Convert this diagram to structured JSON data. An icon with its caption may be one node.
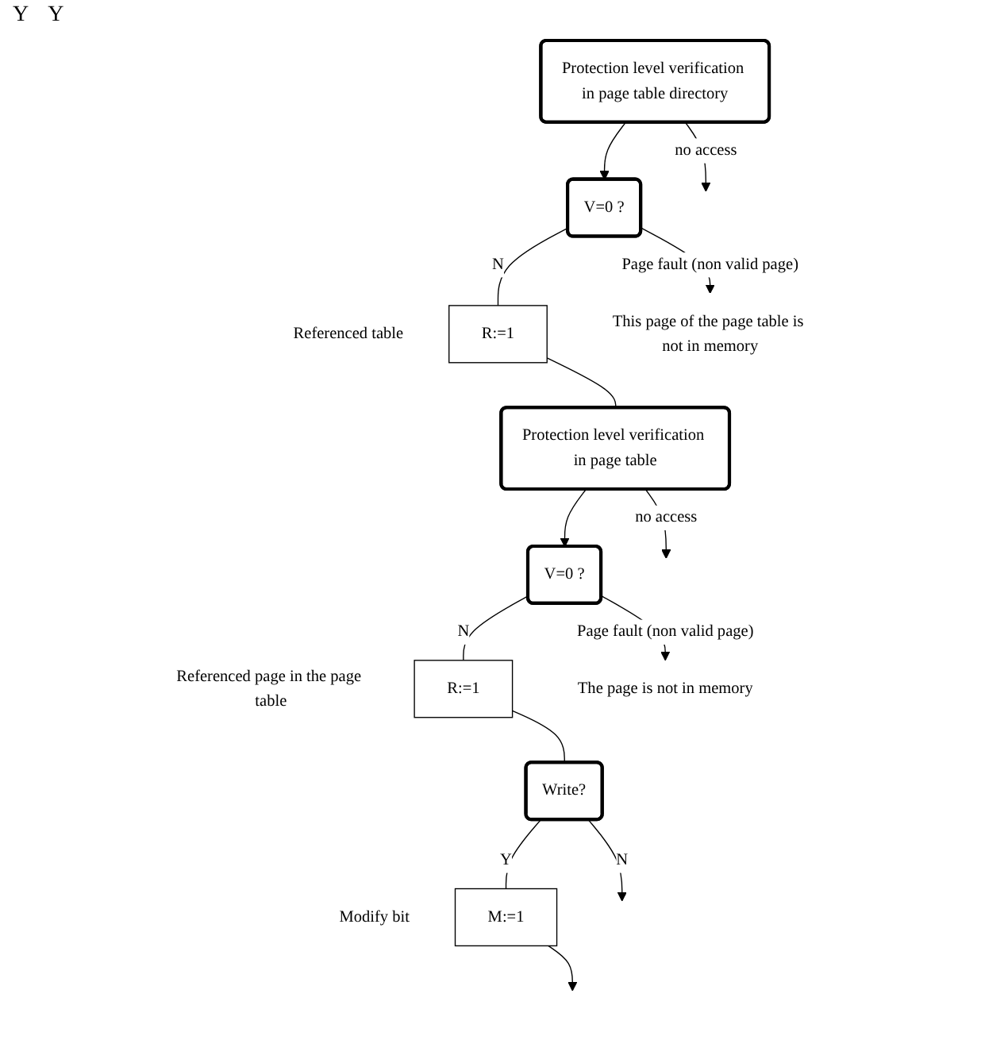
{
  "diagram": {
    "nodes": [
      {
        "text": [
          "Protection level verification in page table directory"
        ]
      },
      {
        "text": [
          "V=0 ?"
        ]
      },
      {
        "text": [
          "R:=1"
        ],
        "beside": [
          "Referenced table"
        ]
      },
      {
        "text": [
          "Protection level verification in page table"
        ]
      },
      {
        "text": [
          "V=0 ?"
        ]
      },
      {
        "text": [
          "R:=1"
        ],
        "beside": [
          "Referenced page in the page table"
        ]
      },
      {
        "text": [
          "Write?"
        ]
      },
      {
        "text": [
          "M:=1"
        ],
        "beside": [
          "Modify bit"
        ]
      },
      {
        "text": [
          "This page of the page table is not in memory"
        ]
      },
      {
        "text": [
          "The page is not in memory"
        ]
      }
    ],
    "edges": [
      {
        "from": 0,
        "to": null,
        "arrow": "to",
        "label": "no access"
      },
      {
        "from": 0,
        "to": 1,
        "arrow": "to"
      },
      {
        "from": 1,
        "to": 8,
        "arrow": "to",
        "label": "Page fault (non valid page)"
      },
      {
        "from": 1,
        "to": 2,
        "arrow": "none",
        "label": "N"
      },
      {
        "from": 2,
        "to": 3,
        "arrow": "none"
      },
      {
        "from": 3,
        "to": null,
        "arrow": "to",
        "label": "no access"
      },
      {
        "from": 3,
        "to": 4,
        "arrow": "to"
      },
      {
        "from": 4,
        "to": 9,
        "arrow": "to",
        "label": "Page fault (non valid page)"
      },
      {
        "from": 4,
        "to": 5,
        "arrow": "none",
        "label": "N"
      },
      {
        "from": 5,
        "to": 6,
        "arrow": "none"
      },
      {
        "from": 6,
        "to": 7,
        "arrow": "none",
        "label": "Y"
      },
      {
        "from": 6,
        "to": null,
        "arrow": "to",
        "label": "N"
      },
      {
        "from": 7,
        "to": null,
        "arrow": "to"
      }
    ],
    "labels": [
      "Y",
      "Y"
    ]
  }
}
